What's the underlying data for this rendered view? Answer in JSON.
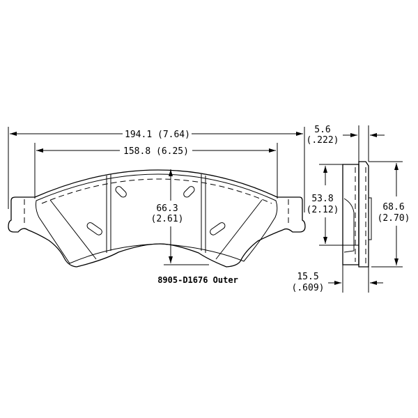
{
  "drawing": {
    "part_label": "8905-D1676 Outer",
    "dimensions": {
      "overall_width": {
        "mm": "194.1",
        "in": "(7.64)"
      },
      "lining_width": {
        "mm": "158.8",
        "in": "(6.25)"
      },
      "center_height": {
        "mm": "66.3",
        "in": "(2.61)"
      },
      "backplate_thickness": {
        "mm": "5.6",
        "in": "(.222)"
      },
      "lining_height": {
        "mm": "53.8",
        "in": "(2.12)"
      },
      "overall_height": {
        "mm": "68.6",
        "in": "(2.70)"
      },
      "overall_thickness": {
        "mm": "15.5",
        "in": "(.609)"
      }
    }
  }
}
